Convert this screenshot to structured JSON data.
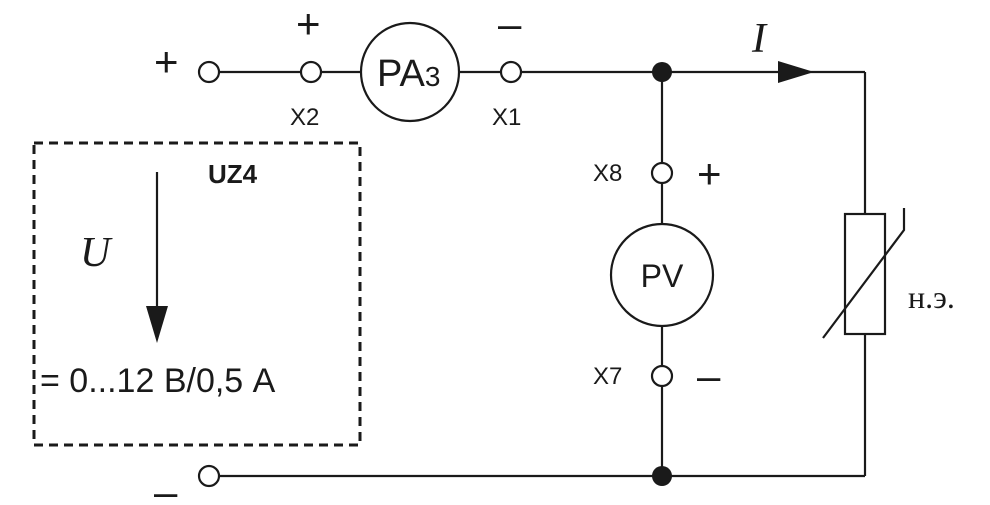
{
  "diagram": {
    "source": {
      "label": "UZ4",
      "voltage_symbol": "U",
      "rating": "= 0...12 В/0,5 А",
      "plus_sign": "+",
      "minus_sign": "–"
    },
    "ammeter": {
      "label_main": "PA",
      "label_sub": "3",
      "plus_sign": "+",
      "minus_sign": "–"
    },
    "voltmeter": {
      "label": "PV",
      "plus_sign": "+",
      "minus_sign": "–"
    },
    "terminals": {
      "x1": "X1",
      "x2": "X2",
      "x7": "X7",
      "x8": "X8"
    },
    "current_symbol": "I",
    "load_label": "н.э."
  }
}
